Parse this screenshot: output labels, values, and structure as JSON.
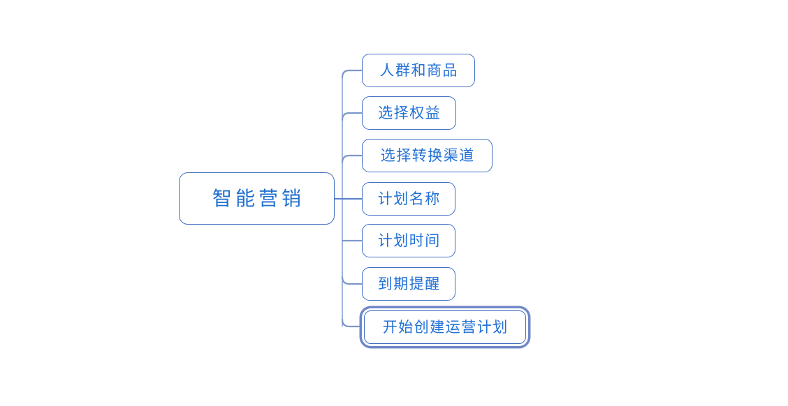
{
  "diagram": {
    "type": "mind-map",
    "title": "智能营销",
    "background_color": "#ffffff",
    "orientation": "left-to-right",
    "root": {
      "label": "智能营销",
      "text_color": "#1f6fd0",
      "border_color": "#3f6fc4",
      "fill_color": "#ffffff"
    },
    "connector": {
      "color": "#7b97cc",
      "trunk_color": "#9fb5dd",
      "style": "rounded-elbow"
    },
    "children": [
      {
        "label": "人群和商品",
        "selected": false,
        "text_color": "#2070d6",
        "border_color": "#3f6fc4"
      },
      {
        "label": "选择权益",
        "selected": false,
        "text_color": "#2070d6",
        "border_color": "#3f6fc4"
      },
      {
        "label": "选择转换渠道",
        "selected": false,
        "text_color": "#2070d6",
        "border_color": "#3f6fc4"
      },
      {
        "label": "计划名称",
        "selected": false,
        "text_color": "#2070d6",
        "border_color": "#3f6fc4"
      },
      {
        "label": "计划时间",
        "selected": false,
        "text_color": "#2070d6",
        "border_color": "#3f6fc4"
      },
      {
        "label": "到期提醒",
        "selected": false,
        "text_color": "#2070d6",
        "border_color": "#3f6fc4"
      },
      {
        "label": "开始创建运营计划",
        "selected": true,
        "text_color": "#2070d6",
        "border_color": "#3f6fc4",
        "selection_ring_color": "#7088c8"
      }
    ]
  }
}
